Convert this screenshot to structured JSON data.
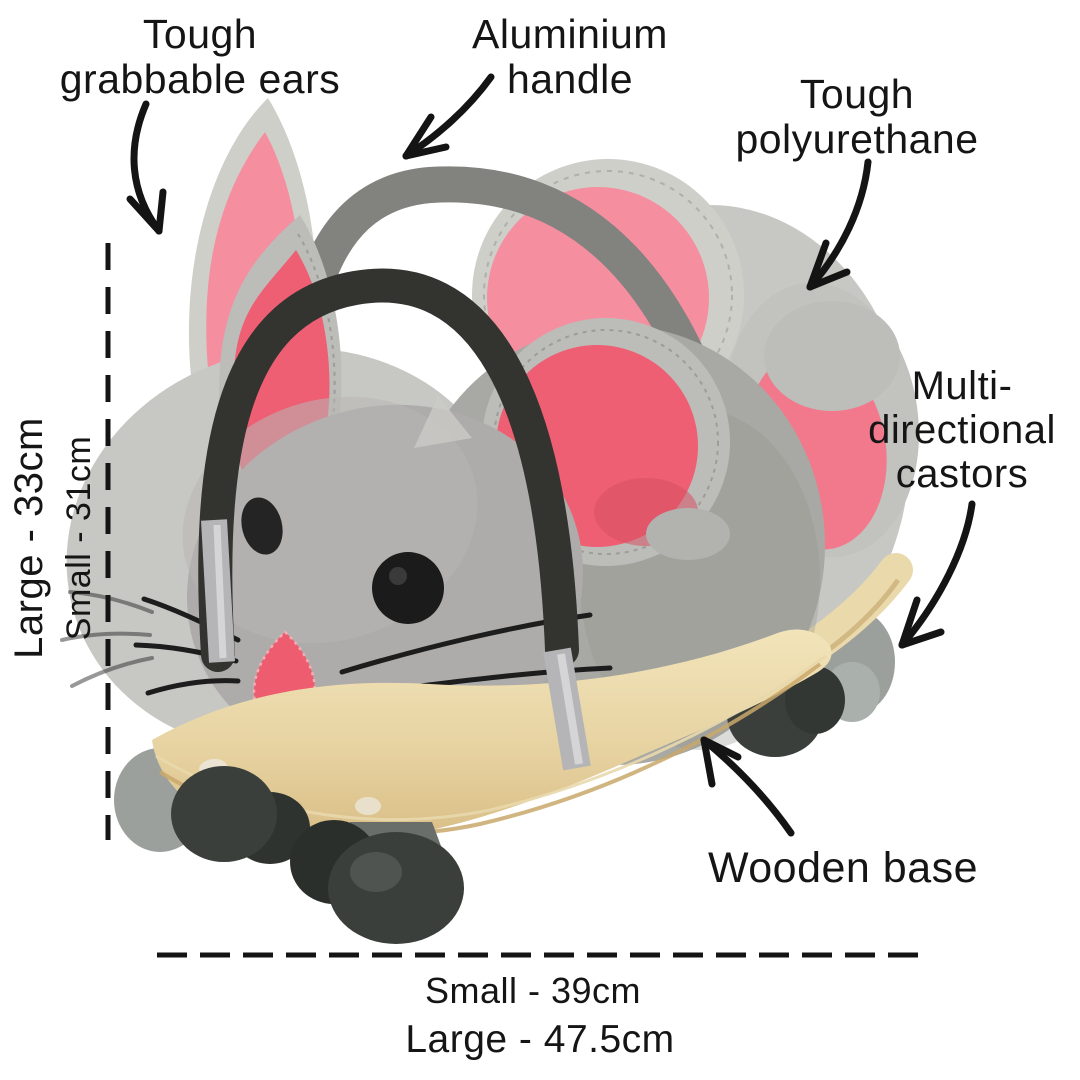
{
  "annotations": {
    "grabbable_ears": {
      "line1": "Tough",
      "line2": "grabbable ears"
    },
    "aluminium_handle": {
      "line1": "Aluminium",
      "line2": "handle"
    },
    "polyurethane": {
      "line1": "Tough",
      "line2": "polyurethane"
    },
    "castors": {
      "line1": "Multi-",
      "line2": "directional",
      "line3": "castors"
    },
    "wooden_base": {
      "label": "Wooden base"
    }
  },
  "dimensions": {
    "height_large": "Large - 33cm",
    "height_small": "Small - 31cm",
    "length_small": "Small - 39cm",
    "length_large": "Large - 47.5cm"
  },
  "palette": {
    "ink": "#141414",
    "body_grey": "#a8a8a4",
    "head_grey": "#adacaa",
    "ghost_grey": "#c7c7c4",
    "ear_rim_grey": "#bcbcb9",
    "ghost_rim_grey": "#cfcfca",
    "ear_pink": "#ee5f73",
    "ghost_pink": "#f58fa0",
    "nose_pink": "#ee5c70",
    "handle_dark": "#333330",
    "handle_ghost": "#82827e",
    "aluminium": "#b5b5b8",
    "wood_light": "#f0e2b6",
    "wood_dark": "#d9bd85",
    "wood_edge": "#c9a86b",
    "wheel_dark": "#3b3f3c",
    "wheel_ghost": "#9ba09d"
  }
}
